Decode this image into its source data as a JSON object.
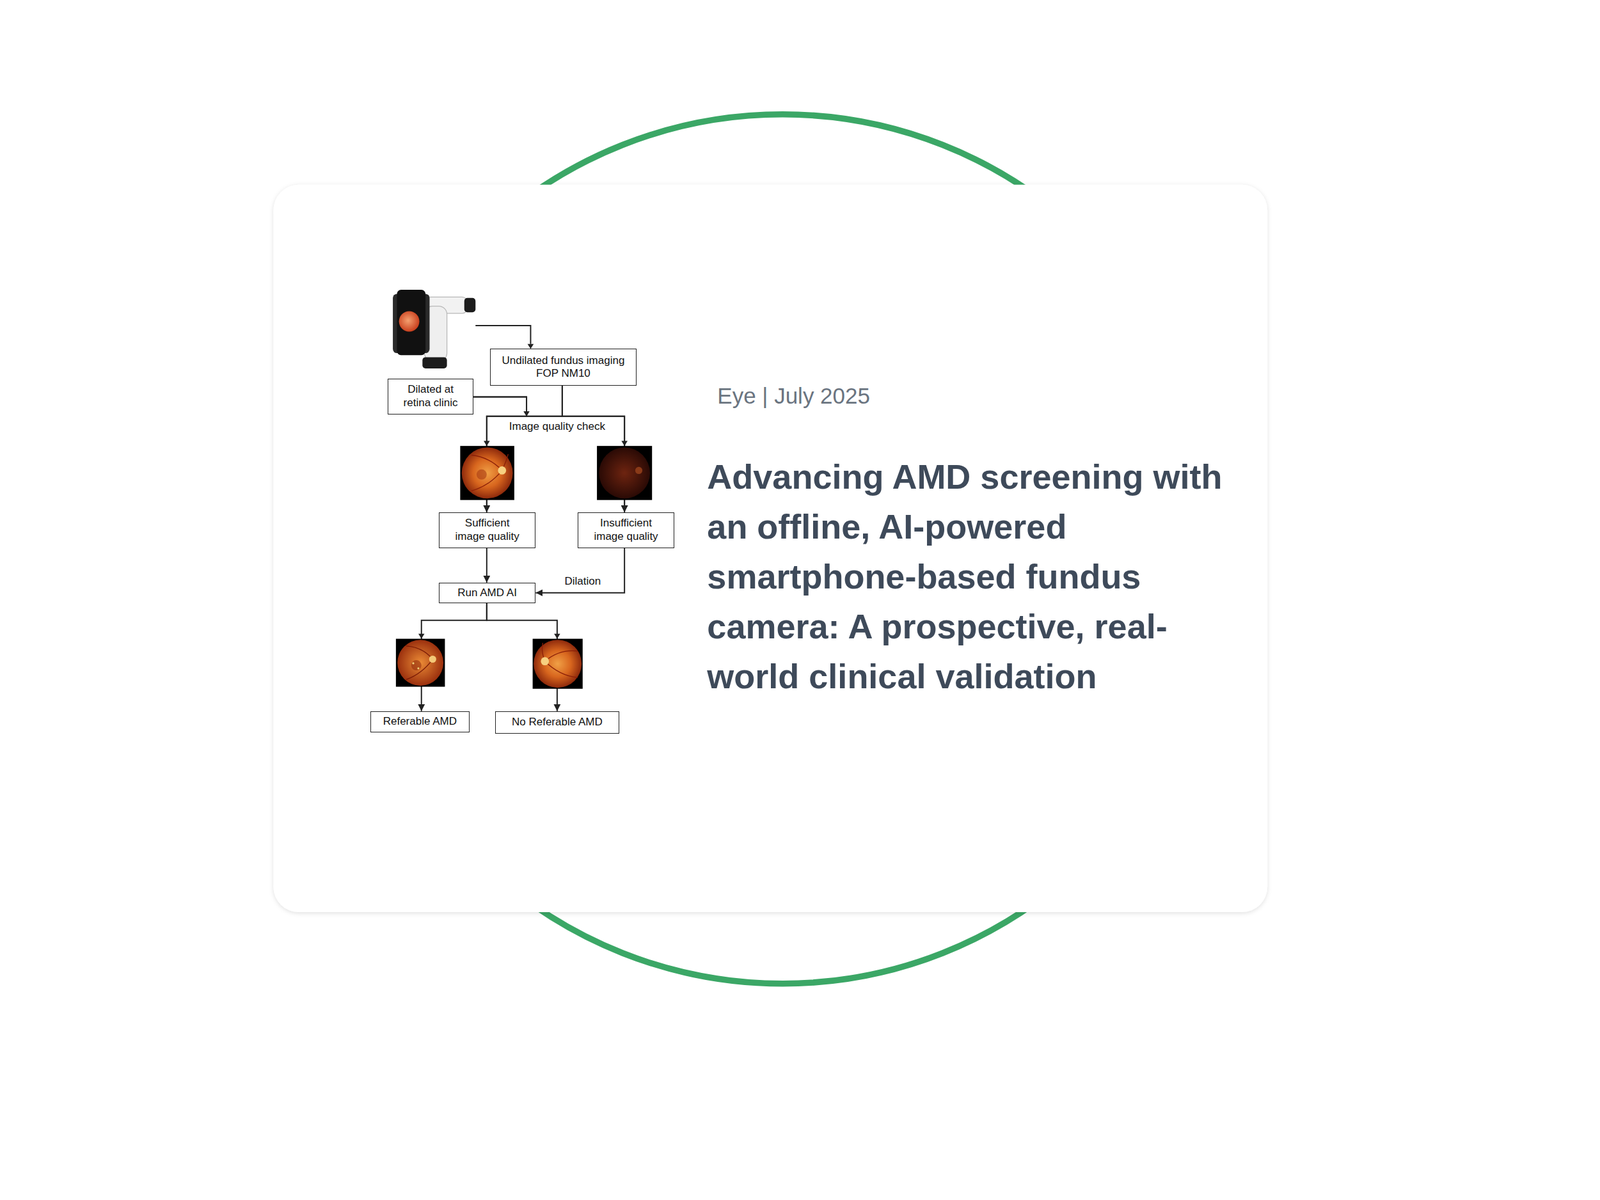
{
  "diagram": {
    "title": "Advancing AMD screening with an offline, AI-powered smartphone-based fundus camera: A prospective, real-world clinical validation",
    "nodes": [
      {
        "text": [
          "Undilated fundus imaging FOP NM10"
        ]
      },
      {
        "text": [
          "Dilated at retina clinic"
        ]
      },
      {
        "text": [
          "Sufficient image quality"
        ]
      },
      {
        "text": [
          "Insufficient image quality"
        ]
      },
      {
        "text": [
          "Run AMD AI"
        ]
      },
      {
        "text": [
          "Referable AMD"
        ]
      },
      {
        "text": [
          "No Referable AMD"
        ]
      }
    ],
    "edges": [
      {
        "from": 0,
        "to": 2,
        "arrow": "to"
      },
      {
        "from": 0,
        "to": 3,
        "arrow": "to"
      },
      {
        "from": 1,
        "to": 2,
        "arrow": "to"
      },
      {
        "from": 1,
        "to": 3,
        "arrow": "to"
      },
      {
        "from": 2,
        "to": 4,
        "arrow": "to"
      },
      {
        "from": 3,
        "to": 4,
        "label": "Dilation",
        "arrow": "to"
      },
      {
        "from": 4,
        "to": 5,
        "arrow": "to"
      },
      {
        "from": 4,
        "to": 6,
        "arrow": "to"
      }
    ],
    "labels": [
      "Eye | July 2025",
      "Image quality check"
    ]
  }
}
